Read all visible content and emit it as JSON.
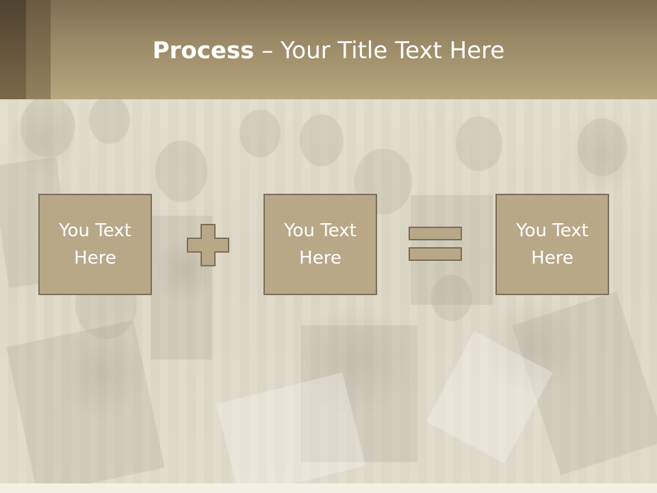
{
  "slide": {
    "title_strong": "Process",
    "title_rest": " – Your Title Text Here"
  },
  "process": {
    "boxes": [
      {
        "label": "You Text Here"
      },
      {
        "label": "You Text Here"
      },
      {
        "label": "You Text Here"
      }
    ],
    "operators": [
      "plus-icon",
      "equals-icon"
    ]
  },
  "colors": {
    "header": "#a8956f",
    "box_fill": "#b8a888",
    "box_border": "#7a6e58",
    "text": "#ffffff"
  }
}
